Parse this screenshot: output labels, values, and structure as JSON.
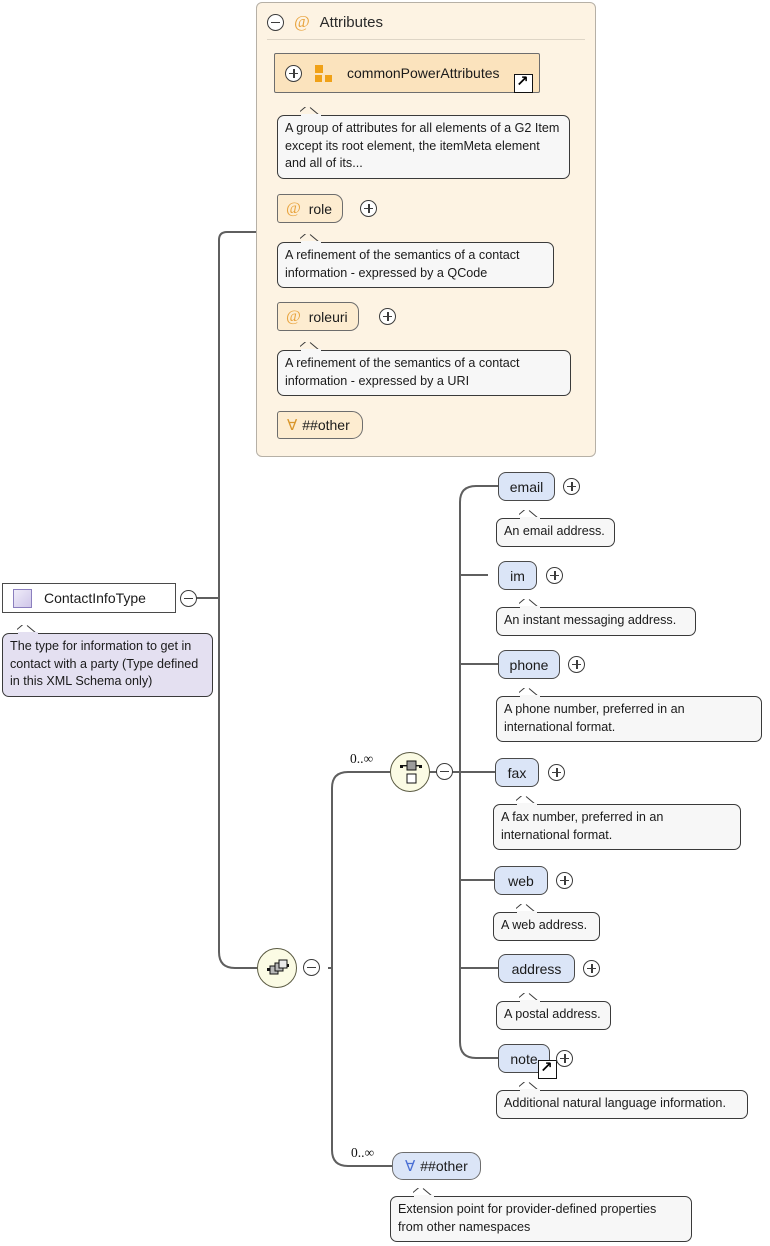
{
  "diagram": {
    "title": "ContactInfoType XML Schema diagram",
    "colors": {
      "attribute_fill": "#fdecd0",
      "attribute_panel_fill": "#fdf3e3",
      "group_fill": "#fbe3bd",
      "element_fill": "#dbe5f7",
      "type_fill": "#ffffff",
      "compositor_fill": "#fbfbe4",
      "annotation_fill": "#f7f7f7",
      "accent_orange": "#e8a33d",
      "accent_blue": "#4a6fd4"
    }
  },
  "root": {
    "label": "ContactInfoType",
    "icon": "type-swatch-icon",
    "toggle": "minus",
    "annotation": "The type for information to get in contact with a party (Type defined in this XML Schema only)"
  },
  "attributes_panel": {
    "at_symbol": "@",
    "title": "Attributes",
    "toggle": "minus",
    "items": [
      {
        "kind": "group",
        "label": "commonPowerAttributes",
        "toggle": "plus",
        "icon": "attribute-group-icon",
        "external_link": true,
        "annotation": "A group of attributes for all elements of a G2 Item except its root element, the itemMeta element and all of its..."
      },
      {
        "kind": "attribute",
        "at_symbol": "@",
        "label": "role",
        "toggle": "plus",
        "annotation": "A refinement of the semantics of a contact information - expressed by a QCode"
      },
      {
        "kind": "attribute",
        "at_symbol": "@",
        "label": "roleuri",
        "toggle": "plus",
        "annotation": "A refinement of the semantics of a contact information - expressed by a URI"
      },
      {
        "kind": "any-attribute",
        "symbol": "∀",
        "label": "##other"
      }
    ]
  },
  "content_model": {
    "sequence": {
      "icon": "sequence-compositor-icon",
      "toggle": "minus"
    },
    "choice": {
      "icon": "choice-compositor-icon",
      "toggle": "minus",
      "cardinality": "0..∞"
    },
    "elements": [
      {
        "label": "email",
        "toggle": "plus",
        "annotation": "An email address."
      },
      {
        "label": "im",
        "toggle": "plus",
        "annotation": "An instant messaging address."
      },
      {
        "label": "phone",
        "toggle": "plus",
        "annotation": "A phone number, preferred in an international format."
      },
      {
        "label": "fax",
        "toggle": "plus",
        "annotation": "A fax number, preferred in an international format."
      },
      {
        "label": "web",
        "toggle": "plus",
        "annotation": "A web address."
      },
      {
        "label": "address",
        "toggle": "plus",
        "annotation": "A postal address."
      },
      {
        "label": "note",
        "toggle": "plus",
        "external_link": true,
        "annotation": "Additional natural language information."
      }
    ],
    "any_element": {
      "symbol": "∀",
      "label": "##other",
      "cardinality": "0..∞",
      "annotation": "Extension point for provider-defined properties from other namespaces"
    }
  }
}
